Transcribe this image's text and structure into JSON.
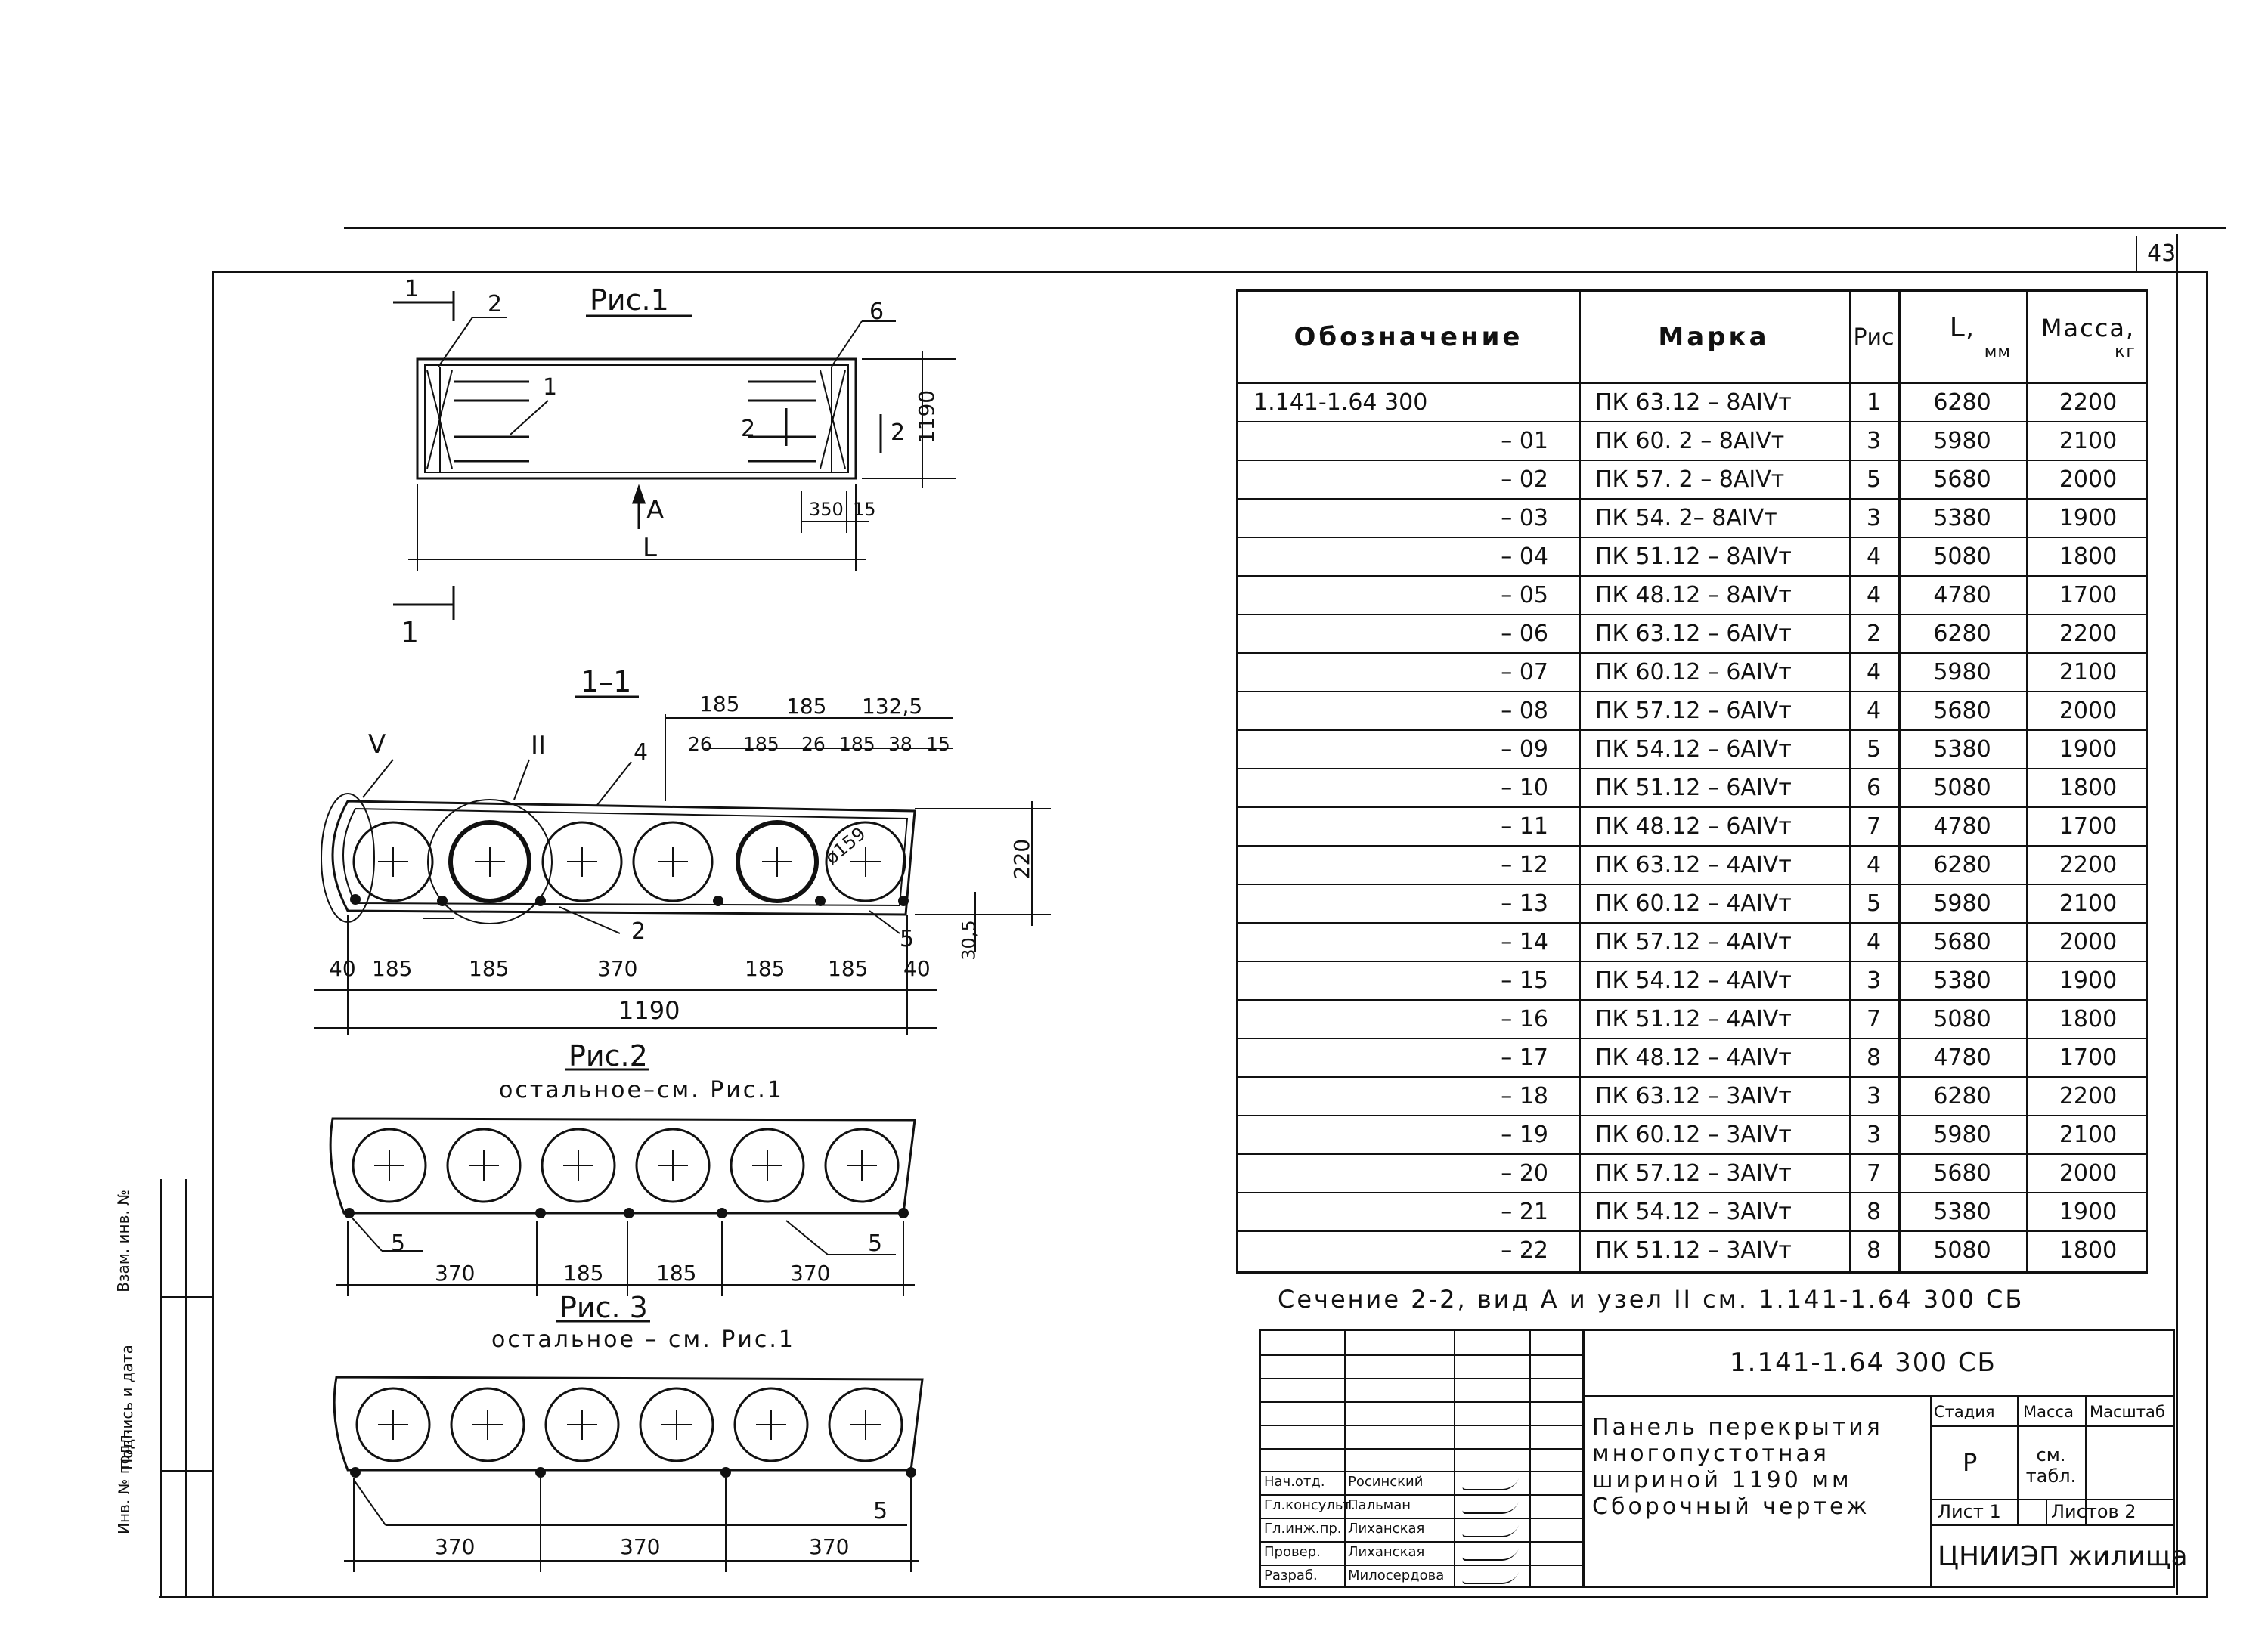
{
  "page_number": "43",
  "side_stamps": [
    "Инв. № подл.",
    "Подпись и дата",
    "Взам. инв. №"
  ],
  "figures": {
    "fig1": {
      "title": "Рис.1",
      "callouts": [
        "1",
        "2",
        "6",
        "1",
        "2",
        "2",
        "A"
      ],
      "dims": {
        "height": "1190",
        "end_a": "350",
        "end_b": "15",
        "length": "L"
      },
      "section_mark": "1"
    },
    "section11": {
      "title": "1–1",
      "node_marks": [
        "V",
        "II"
      ],
      "callouts": [
        "4",
        "2",
        "5"
      ],
      "top_dims": [
        "185",
        "185",
        "132,5"
      ],
      "top_dims2": [
        "26",
        "185",
        "26",
        "185",
        "38",
        "15"
      ],
      "diameter": "ø159",
      "right_dims": [
        "220",
        "30,5"
      ],
      "bottom_dims": [
        "40",
        "185",
        "185",
        "370",
        "185",
        "185",
        "40"
      ],
      "total": "1190"
    },
    "fig2": {
      "title": "Рис.2",
      "subtitle": "остальное–см. Рис.1",
      "callouts": [
        "5",
        "5"
      ],
      "dims": [
        "370",
        "185",
        "185",
        "370"
      ]
    },
    "fig3": {
      "title": "Рис. 3",
      "subtitle": "остальное – см. Рис.1",
      "callouts": [
        "5"
      ],
      "dims": [
        "370",
        "370",
        "370"
      ]
    }
  },
  "spec_table": {
    "headers": {
      "designation": "Обозначение",
      "mark": "Марка",
      "fig": "Рис",
      "length": "L,",
      "length_unit": "мм",
      "mass": "Масса,",
      "mass_unit": "кг"
    },
    "rows": [
      {
        "designation": "1.141-1.64   300",
        "mark": "ПК 63.12 – 8АIVт",
        "fig": "1",
        "L": "6280",
        "mass": "2200"
      },
      {
        "designation": "– 01",
        "mark": "ПК 60. 2 – 8АIVт",
        "fig": "3",
        "L": "5980",
        "mass": "2100"
      },
      {
        "designation": "– 02",
        "mark": "ПК 57. 2 – 8АIVт",
        "fig": "5",
        "L": "5680",
        "mass": "2000"
      },
      {
        "designation": "– 03",
        "mark": "ПК 54. 2– 8АIVт",
        "fig": "3",
        "L": "5380",
        "mass": "1900"
      },
      {
        "designation": "– 04",
        "mark": "ПК 51.12 – 8АIVт",
        "fig": "4",
        "L": "5080",
        "mass": "1800"
      },
      {
        "designation": "– 05",
        "mark": "ПК 48.12 – 8АIVт",
        "fig": "4",
        "L": "4780",
        "mass": "1700"
      },
      {
        "designation": "– 06",
        "mark": "ПК 63.12 – 6АIVт",
        "fig": "2",
        "L": "6280",
        "mass": "2200"
      },
      {
        "designation": "– 07",
        "mark": "ПК 60.12 – 6АIVт",
        "fig": "4",
        "L": "5980",
        "mass": "2100"
      },
      {
        "designation": "– 08",
        "mark": "ПК 57.12 – 6АIVт",
        "fig": "4",
        "L": "5680",
        "mass": "2000"
      },
      {
        "designation": "– 09",
        "mark": "ПК 54.12 – 6АIVт",
        "fig": "5",
        "L": "5380",
        "mass": "1900"
      },
      {
        "designation": "– 10",
        "mark": "ПК 51.12 – 6АIVт",
        "fig": "6",
        "L": "5080",
        "mass": "1800"
      },
      {
        "designation": "– 11",
        "mark": "ПК 48.12 – 6АIVт",
        "fig": "7",
        "L": "4780",
        "mass": "1700"
      },
      {
        "designation": "– 12",
        "mark": "ПК 63.12 – 4АIVт",
        "fig": "4",
        "L": "6280",
        "mass": "2200"
      },
      {
        "designation": "– 13",
        "mark": "ПК 60.12 – 4АIVт",
        "fig": "5",
        "L": "5980",
        "mass": "2100"
      },
      {
        "designation": "– 14",
        "mark": "ПК 57.12 – 4АIVт",
        "fig": "4",
        "L": "5680",
        "mass": "2000"
      },
      {
        "designation": "– 15",
        "mark": "ПК 54.12 – 4АIVт",
        "fig": "3",
        "L": "5380",
        "mass": "1900"
      },
      {
        "designation": "– 16",
        "mark": "ПК 51.12 – 4АIVт",
        "fig": "7",
        "L": "5080",
        "mass": "1800"
      },
      {
        "designation": "– 17",
        "mark": "ПК 48.12 – 4АIVт",
        "fig": "8",
        "L": "4780",
        "mass": "1700"
      },
      {
        "designation": "– 18",
        "mark": "ПК 63.12 – 3АIVт",
        "fig": "3",
        "L": "6280",
        "mass": "2200"
      },
      {
        "designation": "– 19",
        "mark": "ПК 60.12 – 3АIVт",
        "fig": "3",
        "L": "5980",
        "mass": "2100"
      },
      {
        "designation": "– 20",
        "mark": "ПК 57.12 – 3АIVт",
        "fig": "7",
        "L": "5680",
        "mass": "2000"
      },
      {
        "designation": "– 21",
        "mark": "ПК 54.12 – 3АIVт",
        "fig": "8",
        "L": "5380",
        "mass": "1900"
      },
      {
        "designation": "– 22",
        "mark": "ПК 51.12 – 3АIVт",
        "fig": "8",
        "L": "5080",
        "mass": "1800"
      }
    ]
  },
  "note": "Сечение 2-2, вид А и узел II см. 1.141-1.64  300 СБ",
  "title_block": {
    "code": "1.141-1.64   300 СБ",
    "title_lines": [
      "Панель перекрытия",
      "многопустотная",
      "шириной  1190 мм",
      "Сборочный чертеж"
    ],
    "stage_label": "Стадия",
    "stage_value": "Р",
    "mass_label": "Масса",
    "mass_value": "см. табл.",
    "scale_label": "Масштаб",
    "sheet": "Лист 1",
    "sheets": "Листов 2",
    "org": "ЦНИИЭП жилища",
    "people": [
      {
        "role": "Нач.отд.",
        "name": "Росинский"
      },
      {
        "role": "Гл.консульт.",
        "name": "Пальман"
      },
      {
        "role": "Гл.инж.пр.",
        "name": "Лиханская"
      },
      {
        "role": "Провер.",
        "name": "Лиханская"
      },
      {
        "role": "Разраб.",
        "name": "Милосердова"
      }
    ]
  }
}
